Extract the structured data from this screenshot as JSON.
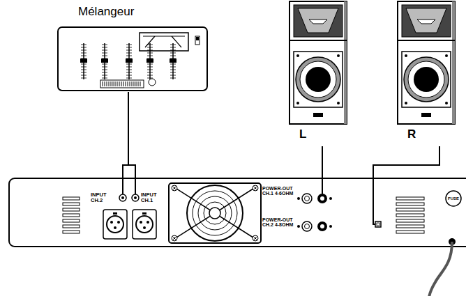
{
  "diagram": {
    "nodes": [
      {
        "text": [
          "Mélangeur"
        ]
      },
      {
        "text": [
          "L"
        ]
      },
      {
        "text": [
          "R"
        ]
      },
      {
        "text": [
          "INPUT CH.2",
          "INPUT CH.1",
          "POWER-OUT CH.1 4-6OHM",
          "POWER-OUT CH.2 4-8OHM",
          "FUSE"
        ]
      }
    ],
    "edges": [
      {
        "from": 0,
        "to": 3,
        "arrow": "none"
      },
      {
        "from": 3,
        "to": 1,
        "arrow": "none"
      },
      {
        "from": 3,
        "to": 2,
        "arrow": "none"
      }
    ]
  }
}
